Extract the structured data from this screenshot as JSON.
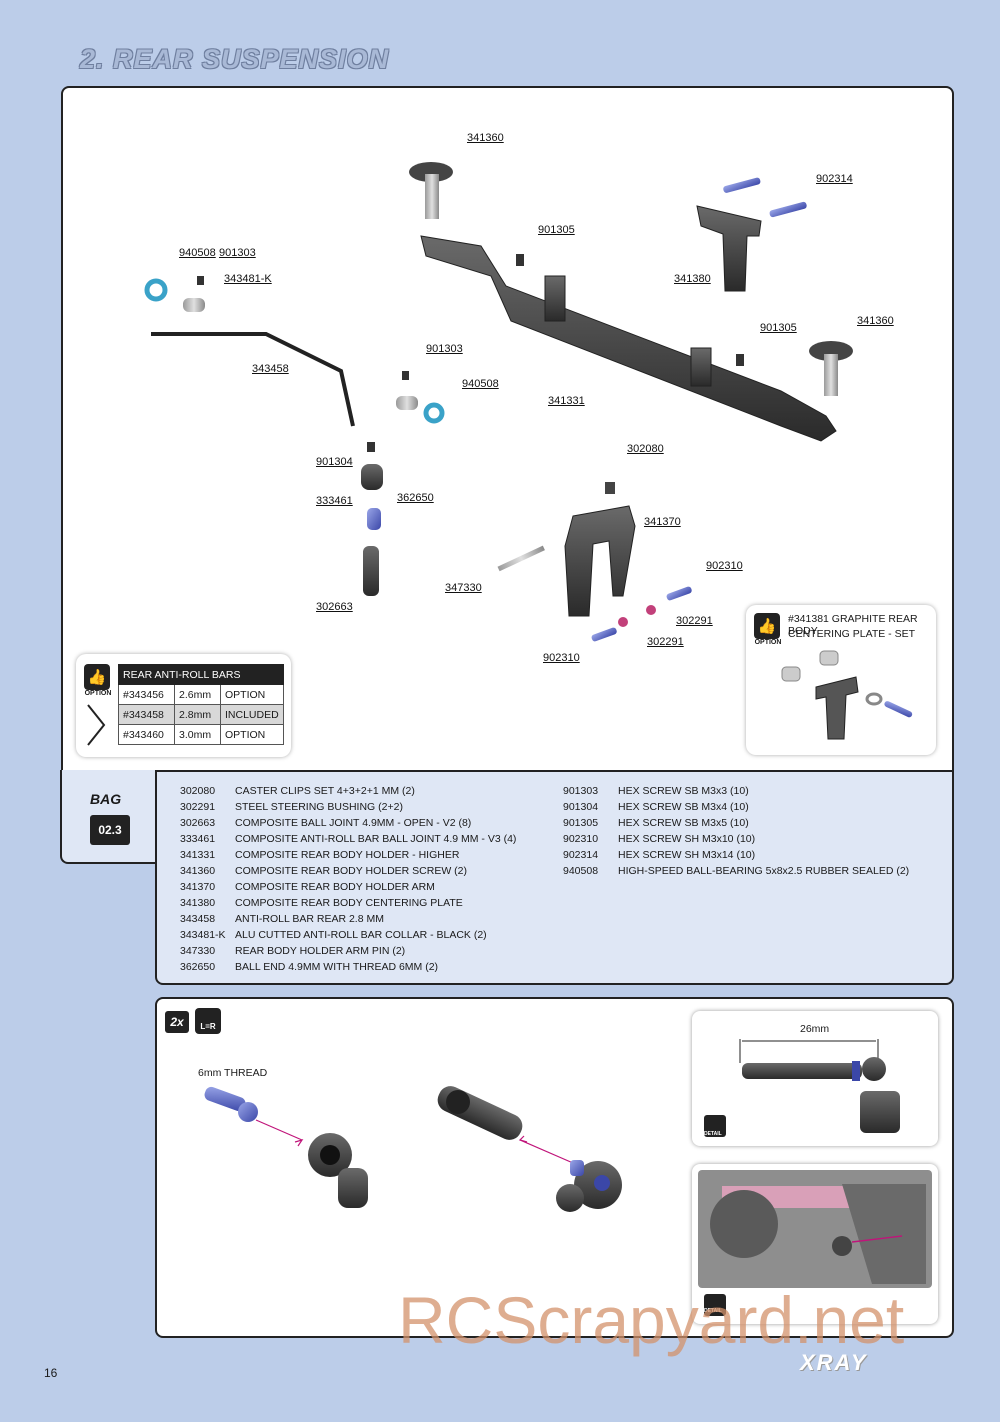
{
  "header": {
    "title": "2. REAR SUSPENSION"
  },
  "diagram_labels": [
    {
      "id": "341360a",
      "text": "341360"
    },
    {
      "id": "902314",
      "text": "902314"
    },
    {
      "id": "901305a",
      "text": "901305"
    },
    {
      "id": "940508a",
      "text": "940508"
    },
    {
      "id": "901303a",
      "text": "901303"
    },
    {
      "id": "343481K",
      "text": "343481-K"
    },
    {
      "id": "341380",
      "text": "341380"
    },
    {
      "id": "901305b",
      "text": "901305"
    },
    {
      "id": "341360b",
      "text": "341360"
    },
    {
      "id": "343458",
      "text": "343458"
    },
    {
      "id": "901303b",
      "text": "901303"
    },
    {
      "id": "940508b",
      "text": "940508"
    },
    {
      "id": "341331",
      "text": "341331"
    },
    {
      "id": "302080",
      "text": "302080"
    },
    {
      "id": "901304",
      "text": "901304"
    },
    {
      "id": "333461",
      "text": "333461"
    },
    {
      "id": "362650",
      "text": "362650"
    },
    {
      "id": "341370",
      "text": "341370"
    },
    {
      "id": "902310a",
      "text": "902310"
    },
    {
      "id": "347330",
      "text": "347330"
    },
    {
      "id": "302663",
      "text": "302663"
    },
    {
      "id": "302291a",
      "text": "302291"
    },
    {
      "id": "902310b",
      "text": "902310"
    },
    {
      "id": "302291b",
      "text": "302291"
    }
  ],
  "anti_roll_table": {
    "option_label": "OPTION",
    "header": "REAR ANTI-ROLL BARS",
    "rows": [
      {
        "part": "#343456",
        "size": "2.6mm",
        "status": "OPTION"
      },
      {
        "part": "#343458",
        "size": "2.8mm",
        "status": "INCLUDED"
      },
      {
        "part": "#343460",
        "size": "3.0mm",
        "status": "OPTION"
      }
    ]
  },
  "option_box": {
    "option_label": "OPTION",
    "line1": "#341381 GRAPHITE REAR BODY",
    "line2": "CENTERING PLATE - SET"
  },
  "bag": {
    "label": "BAG",
    "number": "02.3"
  },
  "parts_left": [
    {
      "code": "302080",
      "desc": "CASTER CLIPS SET 4+3+2+1 MM (2)"
    },
    {
      "code": "302291",
      "desc": "STEEL STEERING BUSHING (2+2)"
    },
    {
      "code": "302663",
      "desc": "COMPOSITE BALL JOINT 4.9MM - OPEN - V2 (8)"
    },
    {
      "code": "333461",
      "desc": "COMPOSITE ANTI-ROLL BAR BALL JOINT 4.9 MM - V3 (4)"
    },
    {
      "code": "341331",
      "desc": "COMPOSITE REAR BODY HOLDER - HIGHER"
    },
    {
      "code": "341360",
      "desc": "COMPOSITE REAR BODY HOLDER SCREW (2)"
    },
    {
      "code": "341370",
      "desc": "COMPOSITE REAR BODY HOLDER ARM"
    },
    {
      "code": "341380",
      "desc": "COMPOSITE REAR BODY CENTERING PLATE"
    },
    {
      "code": "343458",
      "desc": "ANTI-ROLL BAR REAR 2.8 MM"
    },
    {
      "code": "343481-K",
      "desc": "ALU CUTTED ANTI-ROLL BAR COLLAR - BLACK (2)"
    },
    {
      "code": "347330",
      "desc": "REAR BODY HOLDER ARM PIN (2)"
    },
    {
      "code": "362650",
      "desc": "BALL END 4.9MM WITH THREAD 6MM (2)"
    }
  ],
  "parts_right": [
    {
      "code": "901303",
      "desc": "HEX SCREW SB M3x3  (10)"
    },
    {
      "code": "901304",
      "desc": "HEX SCREW SB M3x4  (10)"
    },
    {
      "code": "901305",
      "desc": "HEX SCREW SB M3x5  (10)"
    },
    {
      "code": "902310",
      "desc": "HEX SCREW SH M3x10  (10)"
    },
    {
      "code": "902314",
      "desc": "HEX SCREW SH M3x14  (10)"
    },
    {
      "code": "940508",
      "desc": "HIGH-SPEED BALL-BEARING 5x8x2.5 RUBBER SEALED  (2)"
    }
  ],
  "step": {
    "qty": "2x",
    "lr": "L=R",
    "thread_label": "6mm THREAD",
    "dimension": "26mm",
    "detail_label": "DETAIL"
  },
  "footer": {
    "page_number": "16",
    "brand": "XRAY",
    "watermark": "RCScrapyard.net"
  }
}
